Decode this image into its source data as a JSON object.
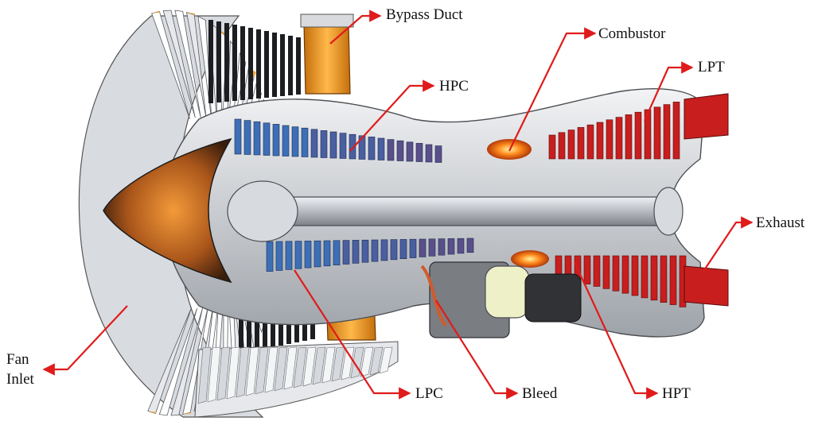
{
  "labels": {
    "bypass_duct": "Bypass Duct",
    "combustor": "Combustor",
    "hpc": "HPC",
    "lpt": "LPT",
    "exhaust": "Exhaust",
    "fan_inlet": "Fan\nInlet",
    "lpc": "LPC",
    "bleed": "Bleed",
    "hpt": "HPT"
  },
  "colors": {
    "arrow": "#e01b1b",
    "fan_blade": "#e6e8ec",
    "fan_accent": "#f2a534",
    "bypass_duct": "#f5a623",
    "compressor": "#3c6fb5",
    "turbine": "#c81e1e",
    "flame": "#ff7a1a",
    "casing": "#c9ccd1",
    "shaft": "#b8bcc2"
  }
}
